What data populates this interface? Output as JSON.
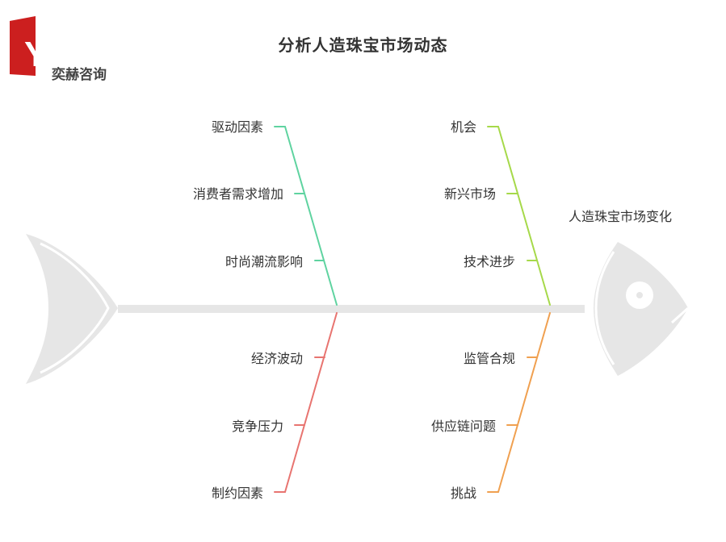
{
  "logo": {
    "main": "Yeeher",
    "sub": "奕赫咨询"
  },
  "title": "分析人造珠宝市场动态",
  "head_label": "人造珠宝市场变化",
  "colors": {
    "spine": "#e6e6e6",
    "fish": "#e6e6e6",
    "green": "#5fd3a0",
    "lime": "#a6d94a",
    "red": "#e87470",
    "orange": "#f0a050",
    "logo_red": "#cc1f1f",
    "logo_text": "#444444"
  },
  "branches": {
    "top_left": [
      "驱动因素",
      "消费者需求增加",
      "时尚潮流影响"
    ],
    "top_right": [
      "机会",
      "新兴市场",
      "技术进步"
    ],
    "bottom_left": [
      "经济波动",
      "竞争压力",
      "制约因素"
    ],
    "bottom_right": [
      "监管合规",
      "供应链问题",
      "挑战"
    ]
  }
}
